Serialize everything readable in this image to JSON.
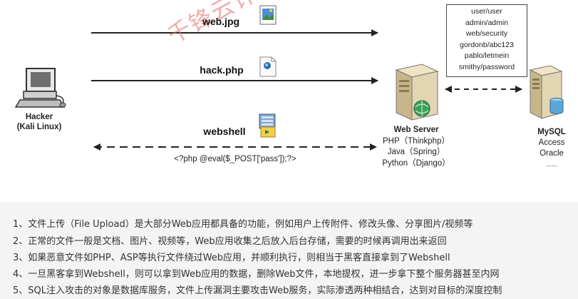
{
  "diagram": {
    "hacker": {
      "name": "Hacker",
      "os": "(Kali Linux)"
    },
    "arrows": [
      {
        "label": "web.jpg",
        "icon": "image-file-icon"
      },
      {
        "label": "hack.php",
        "icon": "php-file-icon"
      },
      {
        "label": "webshell",
        "icon": "webshell-icon"
      }
    ],
    "payload": "<?php @eval($_POST['pass']);?>",
    "credentials": [
      "user/user",
      "admin/admin",
      "web/security",
      "gordonb/abc123",
      "pablo/letmein",
      "smithy/password"
    ],
    "webserver": {
      "title": "Web Server",
      "stacks": [
        "PHP（Thinkphp）",
        "Java（Spring）",
        "Python（Django）"
      ]
    },
    "database": {
      "title": "MySQL",
      "items": [
        "Access",
        "Oracle",
        "......"
      ]
    },
    "watermark": "千锋云计算",
    "colors": {
      "arrow": "#222222",
      "server_body": "#d9c9a3",
      "server_dark": "#8a7a55",
      "globe": "#3aa15a",
      "watermark": "#e26a6a"
    }
  },
  "notes": [
    "1、文件上传（File Upload）是大部分Web应用都具备的功能，例如用户上传附件、修改头像、分享图片/视频等",
    "2、正常的文件一般是文档、图片、视频等，Web应用收集之后放入后台存储，需要的时候再调用出来返回",
    "3、如果恶意文件如PHP、ASP等执行文件绕过Web应用，并顺利执行，则相当于黑客直接拿到了Webshell",
    "4、一旦黑客拿到Webshell，则可以拿到Web应用的数据，删除Web文件，本地提权，进一步拿下整个服务器甚至内网",
    "5、SQL注入攻击的对象是数据库服务，文件上传漏洞主要攻击Web服务，实际渗透两种相结合，达到对目标的深度控制"
  ]
}
